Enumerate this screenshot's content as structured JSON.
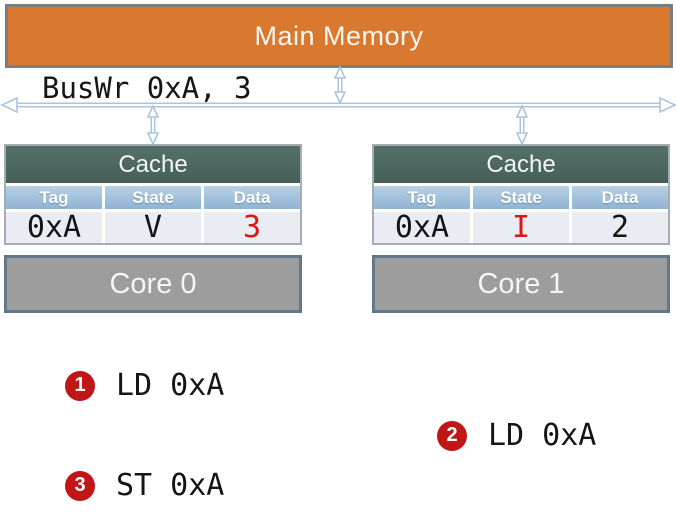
{
  "memory": {
    "label": "Main Memory"
  },
  "bus": {
    "message": "BusWr 0xA, 3"
  },
  "caches": [
    {
      "title": "Cache",
      "columns": [
        "Tag",
        "State",
        "Data"
      ],
      "row": {
        "tag": "0xA",
        "state": "V",
        "data": "3"
      }
    },
    {
      "title": "Cache",
      "columns": [
        "Tag",
        "State",
        "Data"
      ],
      "row": {
        "tag": "0xA",
        "state": "I",
        "data": "2"
      }
    }
  ],
  "cores": [
    {
      "label": "Core 0"
    },
    {
      "label": "Core 1"
    }
  ],
  "events": [
    {
      "number": "1",
      "operation": "LD 0xA"
    },
    {
      "number": "2",
      "operation": "LD 0xA"
    },
    {
      "number": "3",
      "operation": "ST 0xA"
    }
  ],
  "colors": {
    "memory-fill": "#d9782f",
    "memory-border": "#7c7c7c",
    "cache-header": "#4b6761",
    "column-header": "#9cbeda",
    "row-bg": "#e9edf3",
    "table-border": "#a6acb6",
    "core-fill": "#9d9d9d",
    "core-border": "#61788a",
    "highlight-red": "#db1414",
    "badge-red": "#c01616",
    "arrow-blue": "#a9c5df"
  }
}
